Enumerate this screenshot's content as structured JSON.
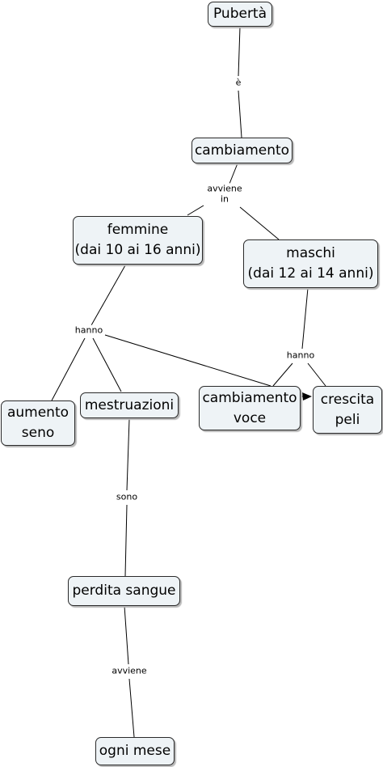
{
  "nodes": {
    "puberta": "Pubertà",
    "cambiamento": "cambiamento",
    "femmine": "femmine\n(dai 10 ai 16 anni)",
    "maschi": "maschi\n(dai 12 ai 14 anni)",
    "aumento_seno": "aumento\nseno",
    "mestruazioni": "mestruazioni",
    "cambiamento_voce": "cambiamento\nvoce",
    "crescita_peli": "crescita\npeli",
    "perdita_sangue": "perdita sangue",
    "ogni_mese": "ogni mese"
  },
  "links": {
    "e": "è",
    "avviene_in": "avviene\nin",
    "hanno_femmine": "hanno",
    "hanno_maschi": "hanno",
    "sono": "sono",
    "avviene": "avviene"
  },
  "colors": {
    "node_fill": "#eef3f6",
    "node_border": "#2a2a2a",
    "line": "#000000"
  }
}
